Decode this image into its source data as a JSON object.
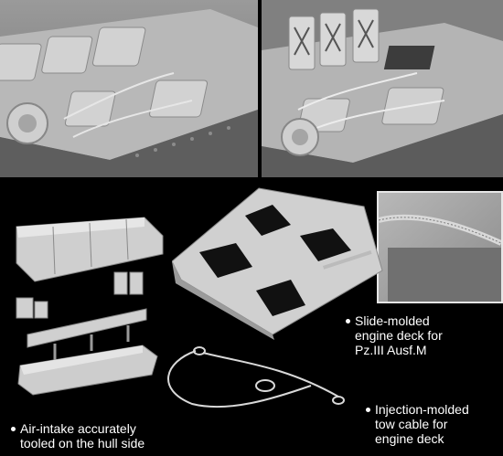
{
  "colors": {
    "background": "#000000",
    "plastic_light": "#d4d4d4",
    "plastic_mid": "#a9a9a9",
    "plastic_dark": "#6e6e6e",
    "caption_text": "#ffffff"
  },
  "captions": {
    "engine_deck": {
      "line1": "Slide-molded",
      "line2": "engine deck for",
      "line3": "Pz.III Ausf.M"
    },
    "tow_cable": {
      "line1": "Injection-molded",
      "line2": "tow cable for",
      "line3": "engine deck"
    },
    "air_intake": {
      "line1": "Air-intake accurately",
      "line2": "tooled on the hull side"
    }
  }
}
